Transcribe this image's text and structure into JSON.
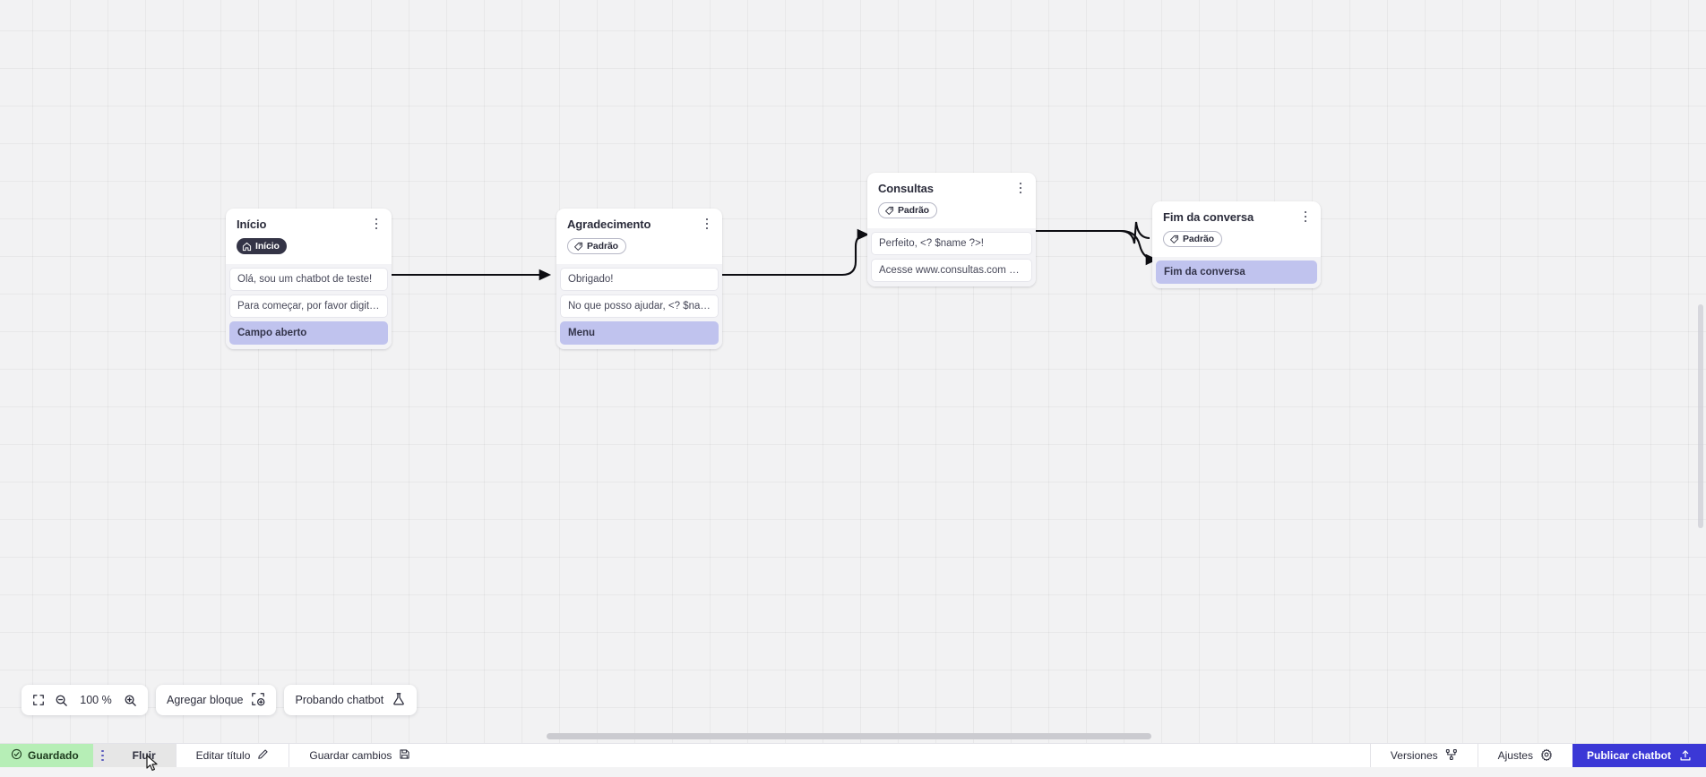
{
  "canvas": {
    "zoom_level": "100 %",
    "nodes": [
      {
        "id": "inicio",
        "title": "Início",
        "tag": {
          "label": "Início",
          "style": "dark",
          "icon": "home-icon"
        },
        "rows": [
          {
            "text": "Olá, sou um chatbot de teste!",
            "type": "message"
          },
          {
            "text": "Para começar, por favor digite o ...",
            "type": "message"
          },
          {
            "text": "Campo aberto",
            "type": "action"
          }
        ]
      },
      {
        "id": "agradecimento",
        "title": "Agradecimento",
        "tag": {
          "label": "Padrão",
          "style": "ghost",
          "icon": "tag-icon"
        },
        "rows": [
          {
            "text": "Obrigado!",
            "type": "message"
          },
          {
            "text": "No que posso ajudar, <? $name ...",
            "type": "message"
          },
          {
            "text": "Menu",
            "type": "action"
          }
        ]
      },
      {
        "id": "consultas",
        "title": "Consultas",
        "tag": {
          "label": "Padrão",
          "style": "ghost",
          "icon": "tag-icon"
        },
        "rows": [
          {
            "text": "Perfeito, <? $name ?>!",
            "type": "message"
          },
          {
            "text": "Acesse www.consultas.com par...",
            "type": "message"
          }
        ]
      },
      {
        "id": "fim",
        "title": "Fim da conversa",
        "tag": {
          "label": "Padrão",
          "style": "ghost",
          "icon": "tag-icon"
        },
        "rows": [
          {
            "text": "Fim da conversa",
            "type": "action"
          }
        ]
      }
    ]
  },
  "toolbar": {
    "fit_icon": "fit-screen-icon",
    "zoom_out_icon": "zoom-out-icon",
    "zoom_in_icon": "zoom-in-icon",
    "zoom_label": "100 %",
    "add_block_label": "Agregar bloque",
    "add_block_icon": "add-block-icon",
    "test_chatbot_label": "Probando chatbot",
    "test_chatbot_icon": "flask-icon"
  },
  "statusbar": {
    "saved_label": "Guardado",
    "saved_icon": "check-circle-icon",
    "overflow_icon": "vertical-dots-icon",
    "tab_label": "Fluir",
    "edit_title_label": "Editar título",
    "edit_title_icon": "pencil-icon",
    "save_changes_label": "Guardar cambios",
    "save_changes_icon": "save-disk-icon",
    "versions_label": "Versiones",
    "versions_icon": "branch-icon",
    "settings_label": "Ajustes",
    "settings_icon": "gear-icon",
    "publish_label": "Publicar chatbot",
    "publish_icon": "upload-icon"
  },
  "colors": {
    "accent_blue": "#3b38d6",
    "saved_green": "#b6eeb6",
    "action_purple": "#c0c3ee",
    "badge_dark": "#343446"
  }
}
